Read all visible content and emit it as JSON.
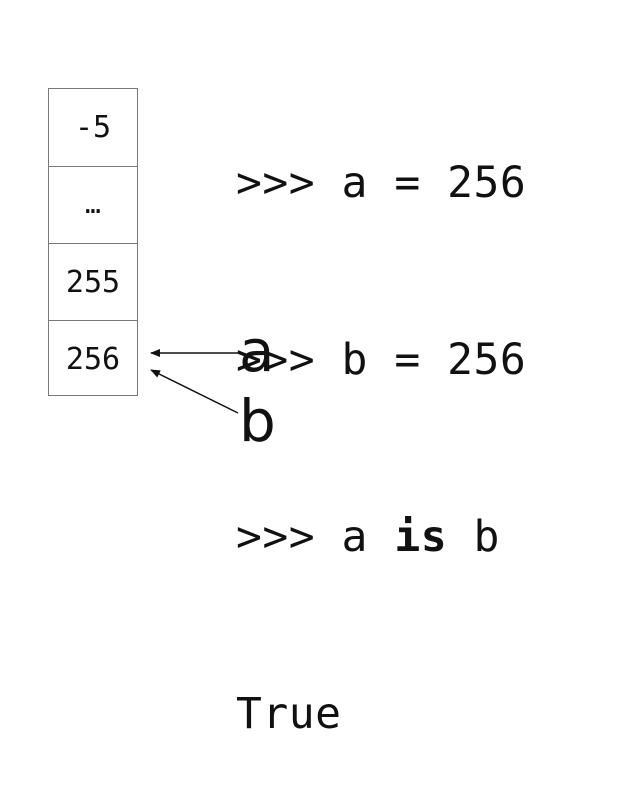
{
  "cache": {
    "cells": [
      "-5",
      "…",
      "255",
      "256"
    ]
  },
  "code": {
    "lines": [
      [
        {
          "text": ">>> a = 256",
          "bold": false
        }
      ],
      [
        {
          "text": ">>> b = 256",
          "bold": false
        }
      ],
      [
        {
          "text": ">>> a ",
          "bold": false
        },
        {
          "text": "is",
          "bold": true
        },
        {
          "text": " b",
          "bold": false
        }
      ],
      [
        {
          "text": "True",
          "bold": false
        }
      ]
    ]
  },
  "variables": {
    "a": "a",
    "b": "b"
  },
  "colors": {
    "text": "#111111",
    "border": "#7a7a7a",
    "arrow": "#111111"
  }
}
